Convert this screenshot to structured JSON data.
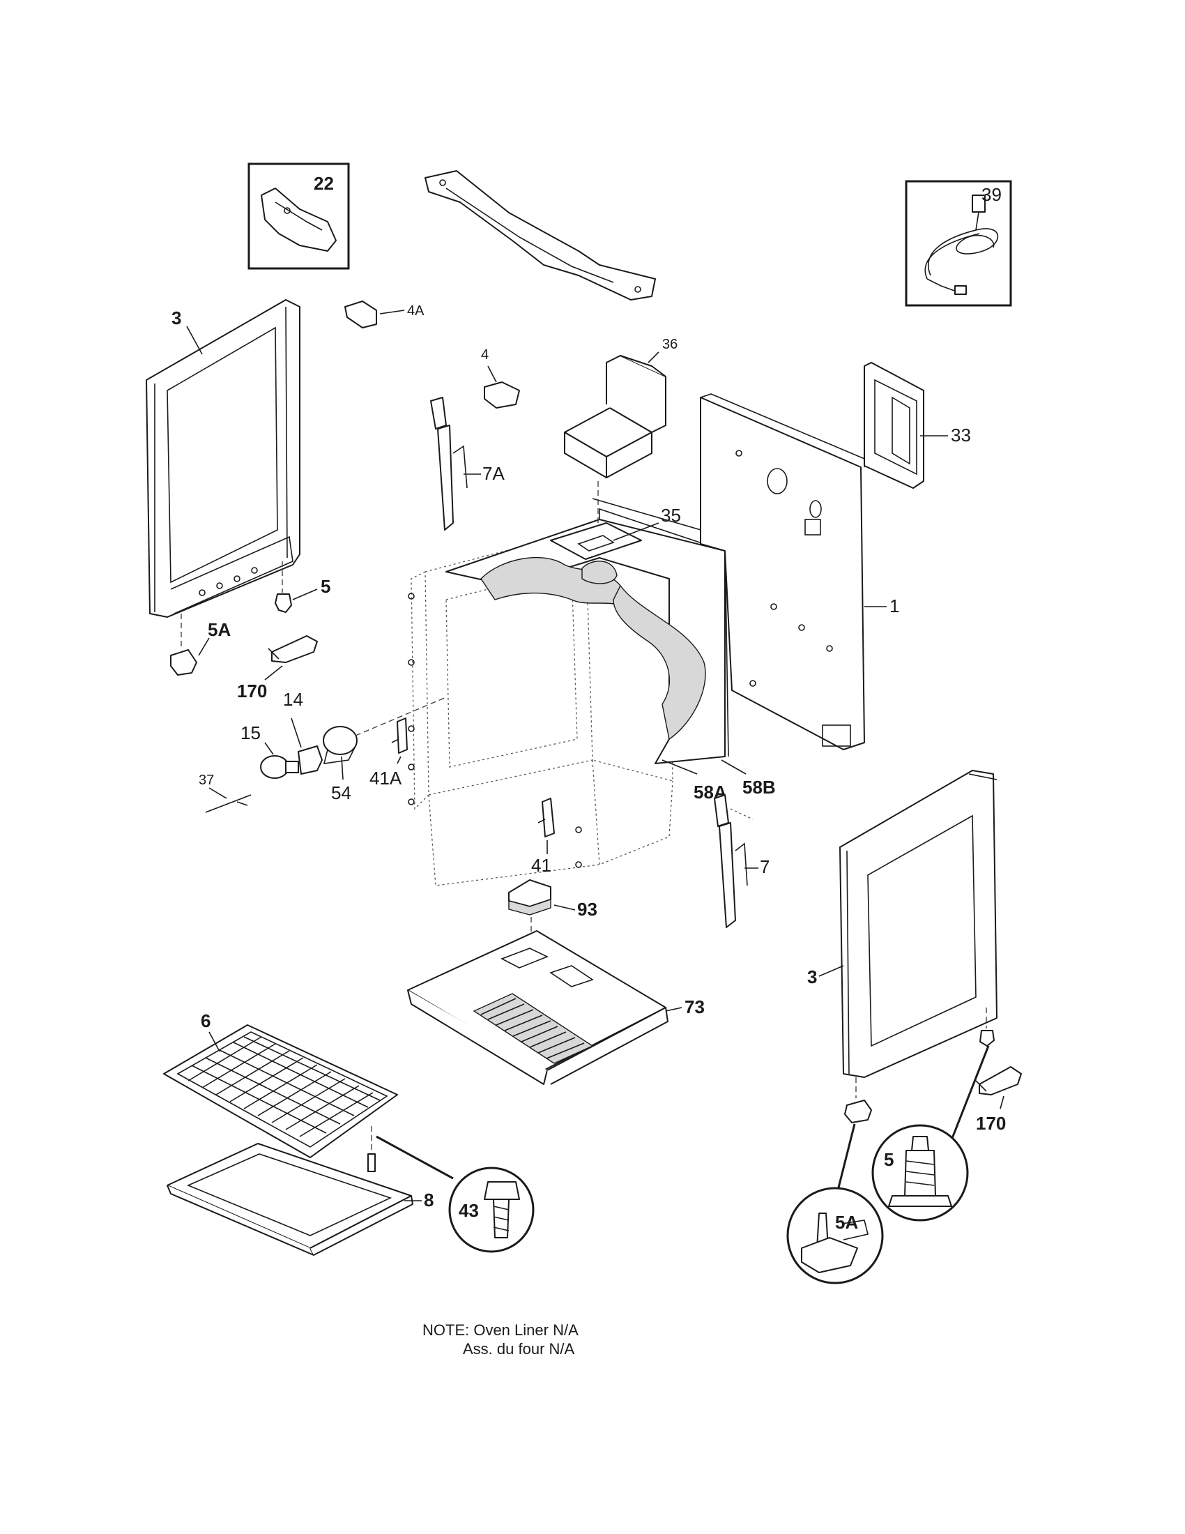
{
  "callouts": {
    "c22": "22",
    "c39": "39",
    "c4A": "4A",
    "c3_left": "3",
    "c36": "36",
    "c4": "4",
    "c33": "33",
    "c7A": "7A",
    "c35": "35",
    "c1": "1",
    "c5_top": "5",
    "c5A_top": "5A",
    "c170_left": "170",
    "c14": "14",
    "c15": "15",
    "c54": "54",
    "c41A": "41A",
    "c58A": "58A",
    "c58B": "58B",
    "c37": "37",
    "c41": "41",
    "c7": "7",
    "c93": "93",
    "c3_right": "3",
    "c73": "73",
    "c6": "6",
    "c8": "8",
    "c43": "43",
    "c5A_circle": "5A",
    "c5_circle": "5",
    "c170_right": "170"
  },
  "note": {
    "line1": "NOTE: Oven Liner N/A",
    "line2": "Ass. du four N/A"
  }
}
